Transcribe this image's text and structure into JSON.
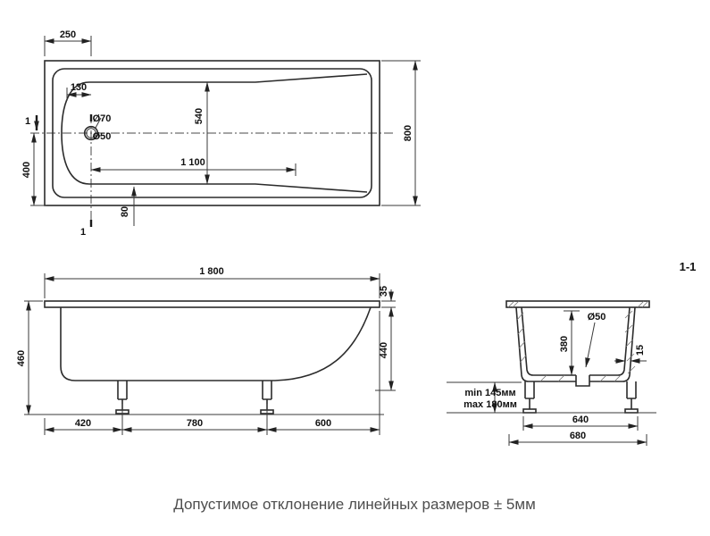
{
  "colors": {
    "line": "#2b2b2b",
    "dim_line": "#3a3a3a",
    "text": "#111111",
    "caption": "#4d4d4d",
    "background": "#ffffff"
  },
  "caption": "Допустимое отклонение линейных размеров ± 5мм",
  "top_view": {
    "dim_250": "250",
    "dim_130": "130",
    "dia_70": "Ø70",
    "dia_50": "Ø50",
    "dim_540": "540",
    "dim_1100": "1 100",
    "dim_400": "400",
    "dim_800": "800",
    "dim_80": "80",
    "section_mark_top": "1",
    "section_mark_bottom": "1"
  },
  "front_view": {
    "dim_1800": "1 800",
    "dim_35": "35",
    "dim_460": "460",
    "dim_440": "440",
    "dim_420": "420",
    "dim_780": "780",
    "dim_600": "600"
  },
  "section_view": {
    "label": "1-1",
    "dia_50": "Ø50",
    "dim_380": "380",
    "dim_15": "15",
    "leg_min": "min 145мм",
    "leg_max": "max 180мм",
    "dim_640": "640",
    "dim_680": "680"
  }
}
